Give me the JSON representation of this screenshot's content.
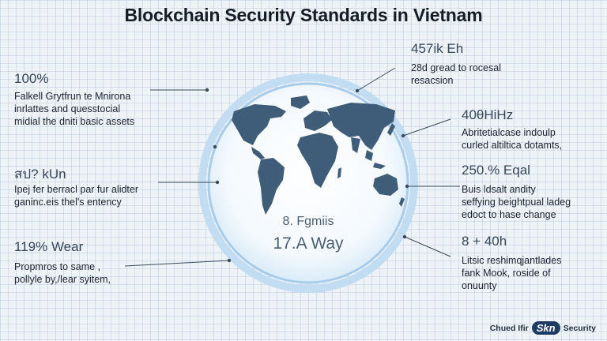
{
  "title": "Blockchain Security Standards in Vietnam",
  "stats": {
    "top_left": {
      "heading": "100%",
      "lines": [
        "Falkell Grytfrun te Mnirona",
        "inrlattes and quesstocial",
        "midial the dniti basic assets"
      ]
    },
    "mid_left": {
      "heading": "สป? kUn",
      "lines": [
        "Ipej fer berracl par fur alidter",
        "ganinc.eis thel's entency"
      ]
    },
    "bot_left": {
      "heading": "119% Wear",
      "lines": [
        "Propmros to same ,",
        "pollyle by,/lear syitem,"
      ]
    },
    "top_right": {
      "heading": "457ik Eh",
      "lines": [
        "28d gread to rocesal",
        "resacsion"
      ]
    },
    "mid_right": {
      "heading": "40θHiHz",
      "lines": [
        "Abritetialcase indoulp",
        "curled altiltica dotamts,"
      ]
    },
    "low_right": {
      "heading": "250.% Eqal",
      "lines": [
        "Buis ldsalt andity",
        "seffying beightpual ladeg",
        "edoct to hase change"
      ]
    },
    "bot_right": {
      "heading": "8 + 40h",
      "lines": [
        "Litsic reshimqjantlades",
        "fank Mook, roside of",
        "onuunty"
      ]
    }
  },
  "center": {
    "line1": "8. Fgmiis",
    "line2": "17.A Way"
  },
  "footer": {
    "prefix": "Chued Ifir",
    "logo": "Skn",
    "suffix": "Security"
  },
  "colors": {
    "ocean": "#ffffff",
    "land": "#3f5d78",
    "ring": "#a9cfee",
    "grid": "#eef3f8"
  }
}
